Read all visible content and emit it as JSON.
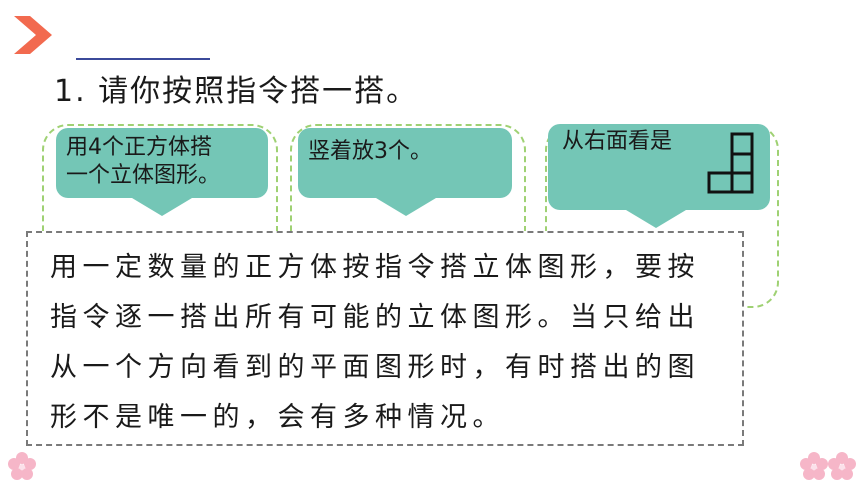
{
  "title": "1. 请你按照指令搭一搭。",
  "cards": [
    {
      "text": "用4个正方体搭\n一个立体图形。"
    },
    {
      "text": "竖着放3个。"
    },
    {
      "text": "从右面看是"
    }
  ],
  "note": "用一定数量的正方体按指令搭立体图形，要按指令逐一搭出所有可能的立体图形。当只给出从一个方向看到的平面图形时，有时搭出的图形不是唯一的，会有多种情况。",
  "colors": {
    "accent": "#f26a4f",
    "bubble": "#74c6b6",
    "dashed_border": "#9fd173",
    "flower": "#f6b6c8"
  },
  "icons": {
    "chevron": "chevron-right-icon",
    "view_shape": "right-view-grid-icon",
    "decoration": "flower-icon"
  }
}
